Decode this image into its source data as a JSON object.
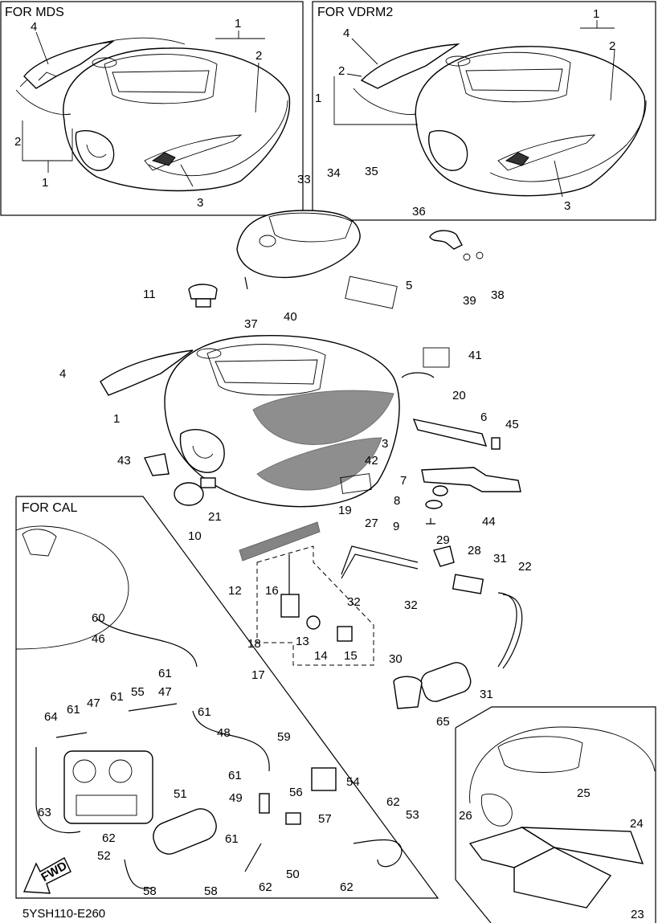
{
  "diagram_code": "5YSH110-E260",
  "panels": {
    "mds": {
      "header": "FOR MDS"
    },
    "vdrm2": {
      "header": "FOR VDRM2"
    },
    "cal": {
      "header": "FOR CAL"
    }
  },
  "fwd_arrow": {
    "text": "FWD"
  },
  "callouts": {
    "mds": [
      "4",
      "1",
      "2",
      "2",
      "1",
      "3"
    ],
    "vdrm2": [
      "1",
      "2",
      "4",
      "2",
      "1",
      "3"
    ],
    "main": [
      "33",
      "34",
      "35",
      "36",
      "5",
      "11",
      "37",
      "40",
      "39",
      "38",
      "41",
      "4",
      "20",
      "1",
      "6",
      "45",
      "3",
      "43",
      "42",
      "7",
      "44",
      "8",
      "21",
      "10",
      "19",
      "9",
      "27",
      "29",
      "28",
      "31",
      "22",
      "12",
      "16",
      "32",
      "32",
      "18",
      "13",
      "14",
      "15",
      "17",
      "30",
      "31",
      "65"
    ],
    "cal": [
      "60",
      "46",
      "61",
      "47",
      "55",
      "61",
      "64",
      "61",
      "47",
      "61",
      "48",
      "59",
      "61",
      "54",
      "51",
      "49",
      "56",
      "62",
      "53",
      "63",
      "57",
      "62",
      "61",
      "52",
      "50",
      "58",
      "58",
      "62",
      "62"
    ],
    "cover": [
      "25",
      "26",
      "24",
      "23"
    ]
  }
}
